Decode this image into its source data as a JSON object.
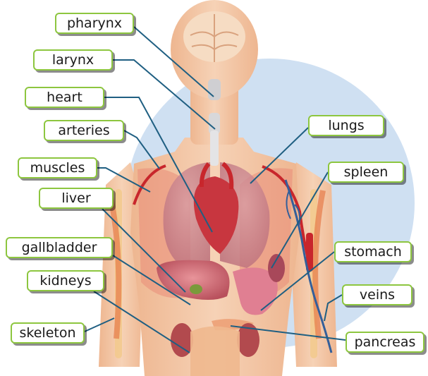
{
  "diagram": {
    "colors": {
      "backdrop_circle": "#cfe0f2",
      "skin": "#f2c7a5",
      "bone": "#f6dcc3",
      "muscle": "#e98c78",
      "organ": "#d9707a",
      "vessel_red": "#c8262c",
      "vessel_blue": "#345f9a",
      "leader_line": "#1f5f82",
      "label_border": "#8dc63f"
    },
    "labels": {
      "pharynx": "pharynx",
      "larynx": "larynx",
      "heart": "heart",
      "arteries": "arteries",
      "muscles": "muscles",
      "liver": "liver",
      "gallbladder": "gallbladder",
      "kidneys": "kidneys",
      "skeleton": "skeleton",
      "lungs": "lungs",
      "spleen": "spleen",
      "stomach": "stomach",
      "veins": "veins",
      "pancreas": "pancreas"
    }
  }
}
